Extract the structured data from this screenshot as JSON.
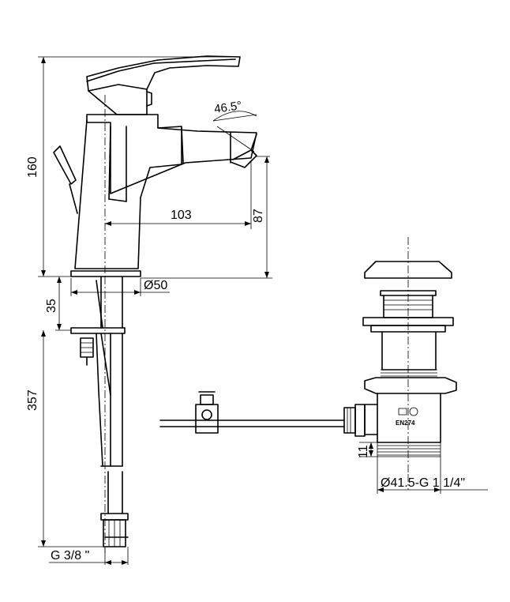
{
  "dimensions": {
    "height_total": "160",
    "angle": "46.5°",
    "reach": "103",
    "spout_height": "87",
    "base_diameter": "Ø50",
    "base_thickness": "35",
    "flex_hose_length": "357",
    "hose_thread": "G 3/8 \"",
    "waste_thread_height": "11",
    "waste_diameter": "Ø41.5-G 1 1/4\""
  },
  "waste_labels": {
    "standard": "EN274"
  },
  "colors": {
    "line": "#000000",
    "background": "#ffffff"
  }
}
